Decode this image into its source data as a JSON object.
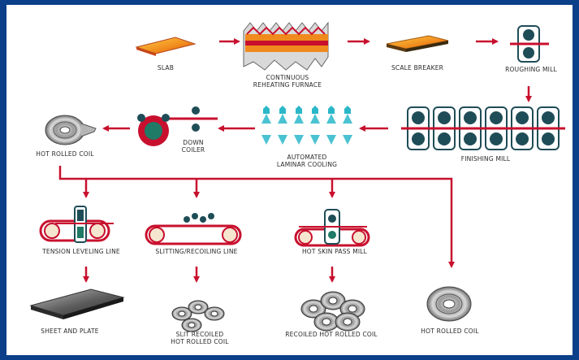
{
  "title": "",
  "colors": {
    "frame": "#0b3f8a",
    "arrow": "#c8102e",
    "steel_dark": "#1f4d57",
    "roll_cyan": "#2ab7c9",
    "slab_orange": "#f08a1c",
    "coil_grey": "#8a8a8a"
  },
  "nodes": [
    {
      "id": "slab",
      "label": "SLAB",
      "icon": "slab-icon"
    },
    {
      "id": "furnace",
      "label": "CONTINUOUS|REHEATING FURNACE",
      "icon": "furnace-icon"
    },
    {
      "id": "scale",
      "label": "SCALE BREAKER",
      "icon": "scale-breaker-icon"
    },
    {
      "id": "roughing",
      "label": "ROUGHING MILL",
      "icon": "roughing-mill-icon"
    },
    {
      "id": "finishing",
      "label": "FINISHING MILL",
      "icon": "finishing-mill-icon"
    },
    {
      "id": "cooling",
      "label": "AUTOMATED|LAMINAR COOLING",
      "icon": "laminar-cooling-icon"
    },
    {
      "id": "coiler",
      "label": "DOWN|COILER",
      "icon": "down-coiler-icon"
    },
    {
      "id": "hrcoil",
      "label": "HOT ROLLED COIL",
      "icon": "coil-icon"
    },
    {
      "id": "tension",
      "label": "TENSION LEVELING LINE",
      "icon": "tension-leveling-line-icon"
    },
    {
      "id": "slitting",
      "label": "SLITTING/RECOILING LINE",
      "icon": "slitting-line-icon"
    },
    {
      "id": "temper",
      "label": "HOT SKIN PASS MILL",
      "icon": "skin-pass-mill-icon"
    },
    {
      "id": "sheet",
      "label": "SHEET AND PLATE",
      "icon": "sheet-plate-icon"
    },
    {
      "id": "slit",
      "label": "SLIT RECOILED|HOT ROLLED COIL",
      "icon": "slit-coils-icon"
    },
    {
      "id": "recoiled",
      "label": "RECOILED HOT ROLLED COIL",
      "icon": "recoiled-coils-icon"
    },
    {
      "id": "final",
      "label": "HOT ROLLED COIL",
      "icon": "coil-icon"
    }
  ],
  "edges": [
    [
      "slab",
      "furnace"
    ],
    [
      "furnace",
      "scale"
    ],
    [
      "scale",
      "roughing"
    ],
    [
      "roughing",
      "finishing"
    ],
    [
      "finishing",
      "cooling"
    ],
    [
      "cooling",
      "coiler"
    ],
    [
      "coiler",
      "hrcoil"
    ],
    [
      "hrcoil",
      "tension"
    ],
    [
      "hrcoil",
      "slitting"
    ],
    [
      "hrcoil",
      "temper"
    ],
    [
      "hrcoil",
      "final"
    ],
    [
      "tension",
      "sheet"
    ],
    [
      "slitting",
      "slit"
    ],
    [
      "temper",
      "recoiled"
    ]
  ]
}
